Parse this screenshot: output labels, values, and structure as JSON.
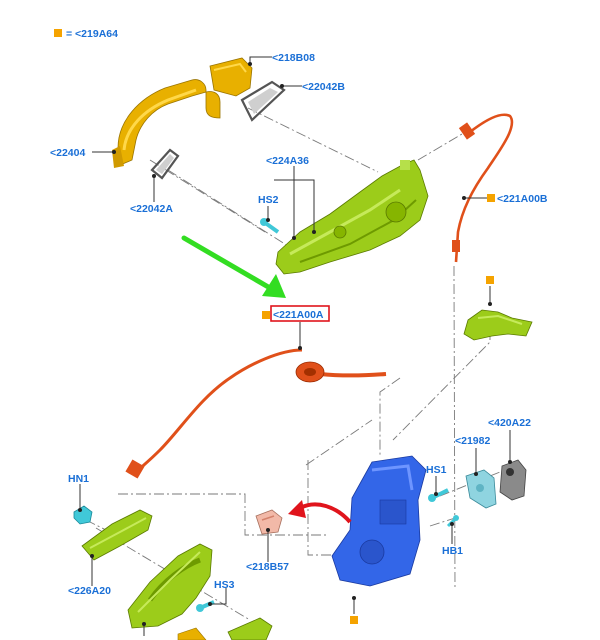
{
  "legend": {
    "symbol_color": "#f5a300",
    "text": "= <219A64"
  },
  "highlight": {
    "box_color": "#e0141c",
    "arrow_color": "#33dd22"
  },
  "labels": {
    "p218B08": "<218B08",
    "p22042B": "<22042B",
    "p22404": "<22404",
    "p224A36": "<224A36",
    "HS2": "HS2",
    "p22042A": "<22042A",
    "p221A00B": "<221A00B",
    "p221A00A": "<221A00A",
    "p420A22": "<420A22",
    "p21982": "<21982",
    "HS1": "HS1",
    "HN1": "HN1",
    "HB1": "HB1",
    "p226A20": "<226A20",
    "p218B57": "<218B57",
    "HS3": "HS3"
  },
  "colors": {
    "handle_yellow": "#e8b000",
    "bracket_green": "#9ccc1a",
    "cable_orange": "#e0501a",
    "latch_blue": "#3366e8",
    "clip_cyan": "#40c8d8",
    "gray_part": "#8a8a8a",
    "pink_part": "#f2b9a8"
  }
}
